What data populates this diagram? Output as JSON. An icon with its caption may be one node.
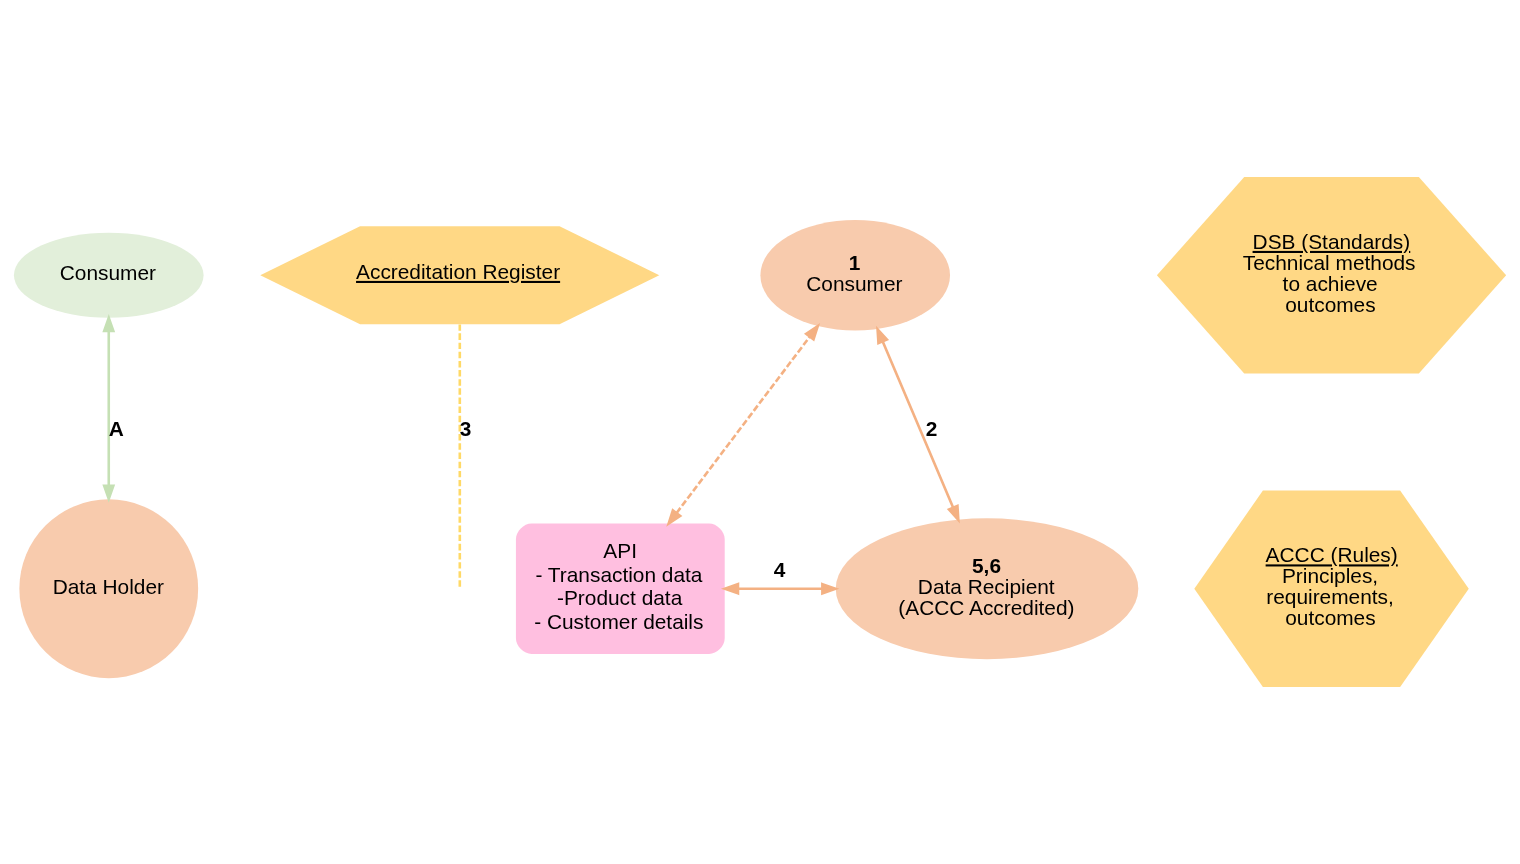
{
  "diagram": {
    "nodes": [
      {
        "text": [
          "Consumer"
        ]
      },
      {
        "text": [
          "Accreditation Register"
        ]
      },
      {
        "text": [
          "1",
          "Consumer"
        ]
      },
      {
        "text": [
          "DSB (Standards)",
          "Technical methods to achieve outcomes"
        ]
      },
      {
        "text": [
          "ACCC (Rules)",
          "Principles, requirements, outcomes"
        ]
      },
      {
        "text": [
          "Data Holder"
        ]
      },
      {
        "text": [
          "API",
          "- Transaction data",
          "-Product data",
          "- Customer details"
        ]
      },
      {
        "text": [
          "5,6",
          "Data Recipient",
          "(ACCC Accredited)"
        ]
      }
    ],
    "edges": [
      {
        "from": 0,
        "to": 5,
        "arrow": "both",
        "label": "A",
        "color": "#c5e0b4"
      },
      {
        "from": 2,
        "to": 7,
        "arrow": "both",
        "label": "2"
      },
      {
        "from": 1,
        "to": null,
        "arrow": "none",
        "label": "3",
        "style": "dashed",
        "color": "#ffd966"
      },
      {
        "from": 6,
        "to": 2,
        "arrow": "both",
        "style": "dashed"
      },
      {
        "from": 6,
        "to": 7,
        "arrow": "both",
        "label": "4"
      }
    ]
  }
}
